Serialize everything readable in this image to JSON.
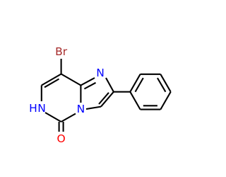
{
  "molecule": {
    "atoms": {
      "br": {
        "symbol": "Br"
      },
      "n_imidazole": {
        "symbol": "N"
      },
      "n_bridge": {
        "symbol": "N"
      },
      "nh": {
        "symbol": "H"
      },
      "nh_n": {
        "symbol": "N"
      },
      "o": {
        "symbol": "O"
      }
    },
    "colors": {
      "Br": "#a52a2a",
      "N": "#0000ff",
      "O": "#ff0000",
      "C": "#000000"
    }
  }
}
